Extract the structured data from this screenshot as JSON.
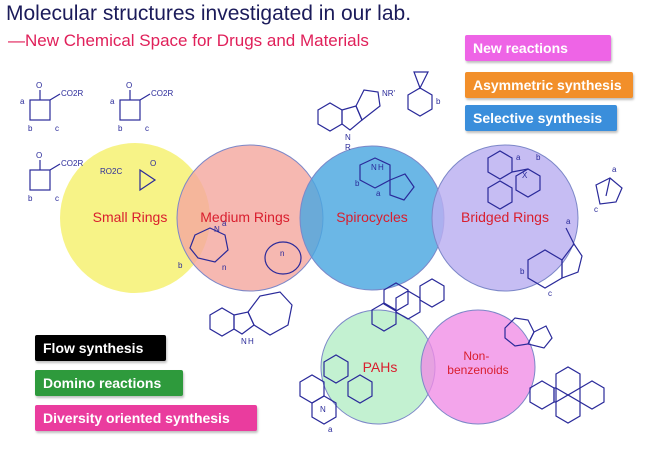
{
  "header": {
    "title": "Molecular structures investigated in our lab.",
    "subtitle": "―New Chemical Space for Drugs and Materials"
  },
  "tags_top": [
    {
      "label": "New reactions",
      "color": "#ee64e6"
    },
    {
      "label": "Asymmetric synthesis",
      "color": "#f28f2a"
    },
    {
      "label": "Selective synthesis",
      "color": "#3a8edb"
    }
  ],
  "tags_bottom": [
    {
      "label": "Flow synthesis",
      "color": "#000000"
    },
    {
      "label": "Domino reactions",
      "color": "#2e9a3c"
    },
    {
      "label": "Diversity oriented synthesis",
      "color": "#ea3c9e"
    }
  ],
  "circles": [
    {
      "label": "Small Rings",
      "color": "#f6f27a"
    },
    {
      "label": "Medium Rings",
      "color": "#f4a8a0"
    },
    {
      "label": "Spirocycles",
      "color": "#4aa7e0"
    },
    {
      "label": "Bridged Rings",
      "color": "#b9aef0"
    },
    {
      "label": "PAHs",
      "color": "#bdf0cc"
    },
    {
      "label": "Non-\nbenzenoids",
      "color": "#f08ce6"
    }
  ],
  "chem_text": {
    "co2r": "CO2R",
    "ro2c": "RO2C",
    "o": "O",
    "a": "a",
    "b": "b",
    "c": "c",
    "n": "N",
    "nr": "NR'",
    "r": "R",
    "h": "H",
    "x": "X",
    "n_sub": "n"
  }
}
